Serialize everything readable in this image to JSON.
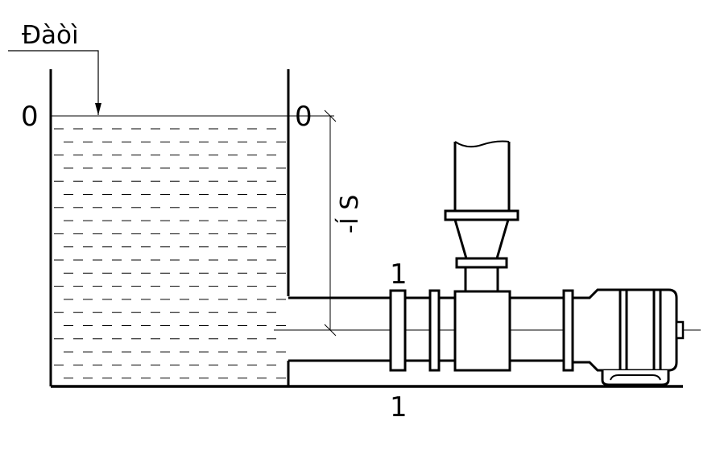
{
  "labels": {
    "top_label": "Đàòì",
    "section_0_left": "0",
    "section_0_right": "0",
    "section_1_top": "1",
    "section_1_bottom": "1",
    "height_label": "-Í S"
  },
  "colors": {
    "stroke": "#000000",
    "background": "#ffffff"
  }
}
